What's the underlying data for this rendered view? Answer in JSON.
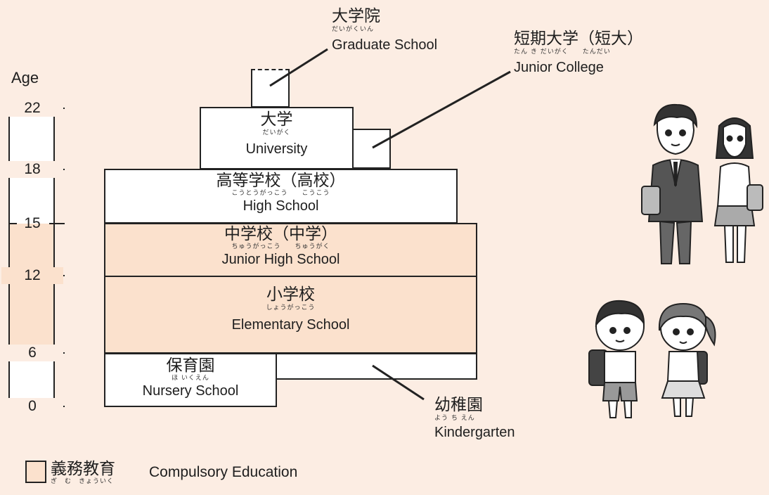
{
  "age_axis": {
    "title": "Age",
    "ticks": [
      "22",
      "18",
      "15",
      "12",
      "6",
      "0"
    ]
  },
  "stages": {
    "graduate": {
      "jp": "大学院",
      "ruby": "だいがくいん",
      "en": "Graduate School"
    },
    "junior_college": {
      "jp": "短期大学（短大）",
      "ruby": "たん き だいがく　　たんだい",
      "en": "Junior College"
    },
    "university": {
      "jp": "大学",
      "ruby": "だいがく",
      "en": "University"
    },
    "high": {
      "jp": "高等学校（高校）",
      "ruby": "こうとうがっこう　　こうこう",
      "en": "High School"
    },
    "junior_high": {
      "jp": "中学校（中学）",
      "ruby": "ちゅうがっこう　　ちゅうがく",
      "en": "Junior High School"
    },
    "elementary": {
      "jp": "小学校",
      "ruby": "しょうがっこう",
      "en": "Elementary School"
    },
    "nursery": {
      "jp": "保育園",
      "ruby": "ほ いくえん",
      "en": "Nursery School"
    },
    "kindergarten": {
      "jp": "幼稚園",
      "ruby": "よう ち えん",
      "en": "Kindergarten"
    }
  },
  "legend": {
    "jp": "義務教育",
    "ruby": "ぎ　む　きょういく",
    "en": "Compulsory Education",
    "swatch_color": "#fbe1cd"
  },
  "colors": {
    "background": "#fcede3",
    "compulsory": "#fbe1cd",
    "box": "#ffffff",
    "line": "#222222"
  }
}
